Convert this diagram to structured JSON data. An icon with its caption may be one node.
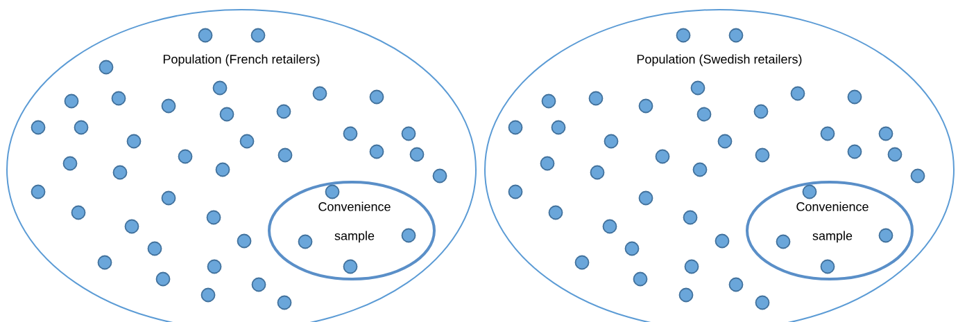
{
  "diagram": {
    "nodes": [
      {
        "text": [
          "Population (French retailers)"
        ]
      },
      {
        "text": [
          "Convenience sample"
        ],
        "in": 0
      },
      {
        "text": [
          "Population (Swedish retailers)"
        ]
      },
      {
        "text": [
          "Convenience sample"
        ],
        "in": 2
      }
    ]
  }
}
